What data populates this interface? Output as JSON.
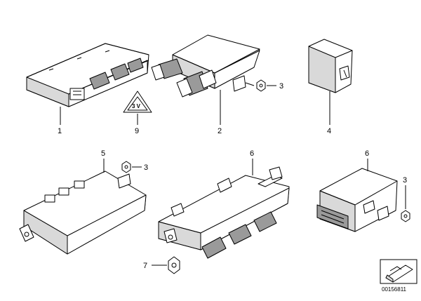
{
  "callouts": {
    "c1": "1",
    "c9": "9",
    "c2": "2",
    "c3a": "3",
    "c4": "4",
    "c5": "5",
    "c3b": "3",
    "c6a": "6",
    "c6b": "6",
    "c3c": "3",
    "c7": "7"
  },
  "warning_label": "3 V",
  "catalog_number": "00156811",
  "colors": {
    "line": "#000000",
    "shade": "#d9d9d9",
    "dark": "#9a9a9a",
    "background": "#ffffff"
  },
  "icons": {
    "warning": "triangle-warning-icon",
    "nut": "hex-nut-icon",
    "reference": "folded-sheet-icon"
  }
}
